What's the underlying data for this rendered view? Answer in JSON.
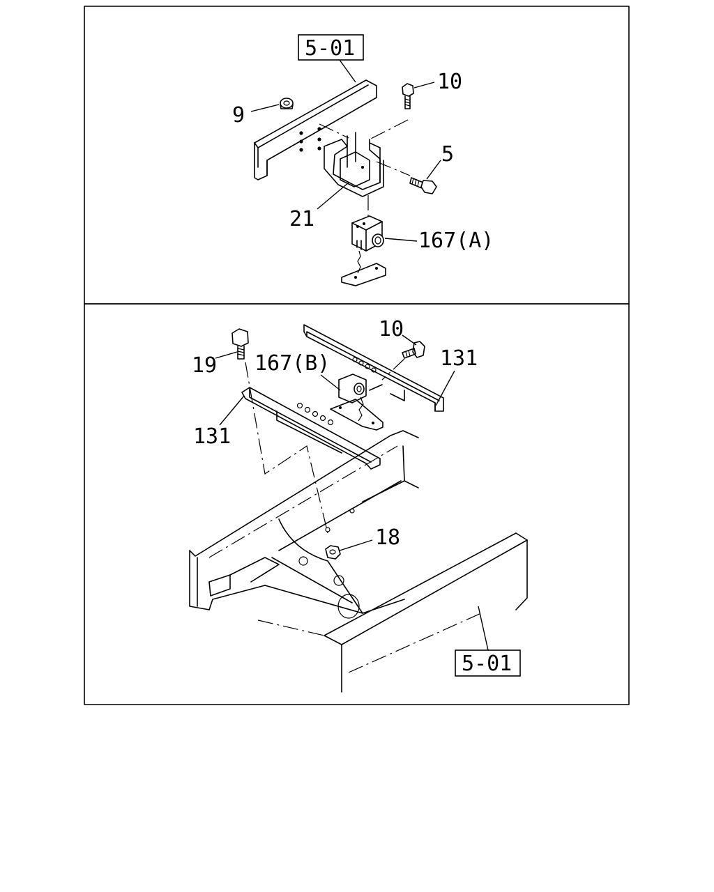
{
  "top_panel": {
    "ref_box": "5-01",
    "callouts": {
      "c10": "10",
      "c9": "9",
      "c5": "5",
      "c21": "21",
      "c167a": "167(A)"
    }
  },
  "bottom_panel": {
    "ref_box": "5-01",
    "callouts": {
      "c10": "10",
      "c19": "19",
      "c167b": "167(B)",
      "c131_right": "131",
      "c131_left": "131",
      "c18": "18"
    }
  }
}
